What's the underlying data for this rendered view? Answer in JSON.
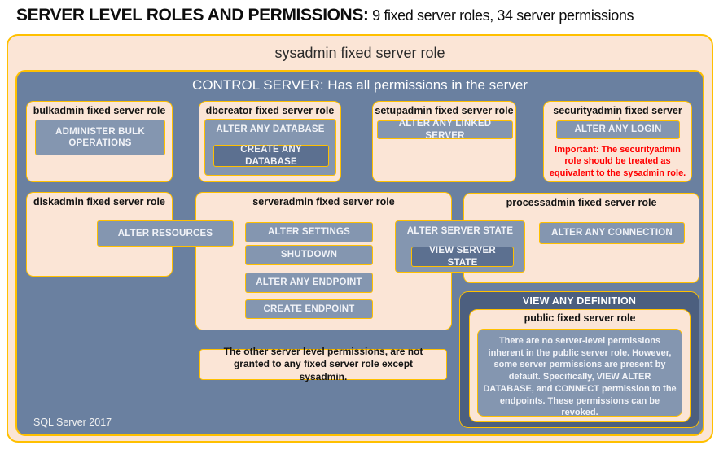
{
  "page_title": {
    "bold": "SERVER LEVEL ROLES AND PERMISSIONS:",
    "normal": " 9 fixed server roles, 34 server permissions"
  },
  "colors": {
    "gold_border": "#FFC000",
    "peach_fill": "#FBE5D6",
    "control_fill": "#6A80A0",
    "permission_fill": "#8496B0",
    "permission_dark_fill": "#5C7090",
    "view_any_definition_fill": "#4C5F7F",
    "warning_text": "#FF0000"
  },
  "sysadmin": {
    "title": "sysadmin fixed server role"
  },
  "control_server": {
    "title": "CONTROL SERVER: Has all permissions in the server",
    "footer": "SQL Server 2017"
  },
  "roles": {
    "bulkadmin": {
      "title": "bulkadmin fixed server role",
      "perm": "ADMINISTER  BULK OPERATIONS"
    },
    "dbcreator": {
      "title": "dbcreator fixed server role",
      "perm_outer": "ALTER ANY DATABASE",
      "perm_inner": "CREATE  ANY DATABASE"
    },
    "setupadmin": {
      "title": "setupadmin fixed server role",
      "perm": "ALTER ANY LINKED SERVER"
    },
    "securityadmin": {
      "title": "securityadmin  fixed server role",
      "perm": "ALTER ANY LOGIN",
      "warning": "Important:  The securityadmin role should  be treated  as equivalent to the  sysadmin role."
    },
    "diskadmin": {
      "title": "diskadmin  fixed server role",
      "perm": "ALTER RESOURCES"
    },
    "serveradmin": {
      "title": "serveradmin fixed server role",
      "perms": [
        "ALTER SETTINGS",
        "SHUTDOWN",
        "ALTER ANY ENDPOINT",
        "CREATE ENDPOINT"
      ],
      "perm_outer": "ALTER SERVER STATE",
      "perm_inner": "VIEW SERVER STATE"
    },
    "processadmin": {
      "title": "processadmin  fixed server role",
      "perm": "ALTER ANY CONNECTION"
    },
    "public": {
      "outer_label": "VIEW ANY DEFINITION",
      "title": "public fixed server role",
      "body": "There are no server-level permissions inherent in the public server role. However, some server permissions are present by default. Specifically, VIEW ALTER DATABASE, and CONNECT permission to the endpoints. These permissions can be revoked."
    }
  },
  "note": "The other server level permissions, are not granted to any fixed server role except sysadmin."
}
